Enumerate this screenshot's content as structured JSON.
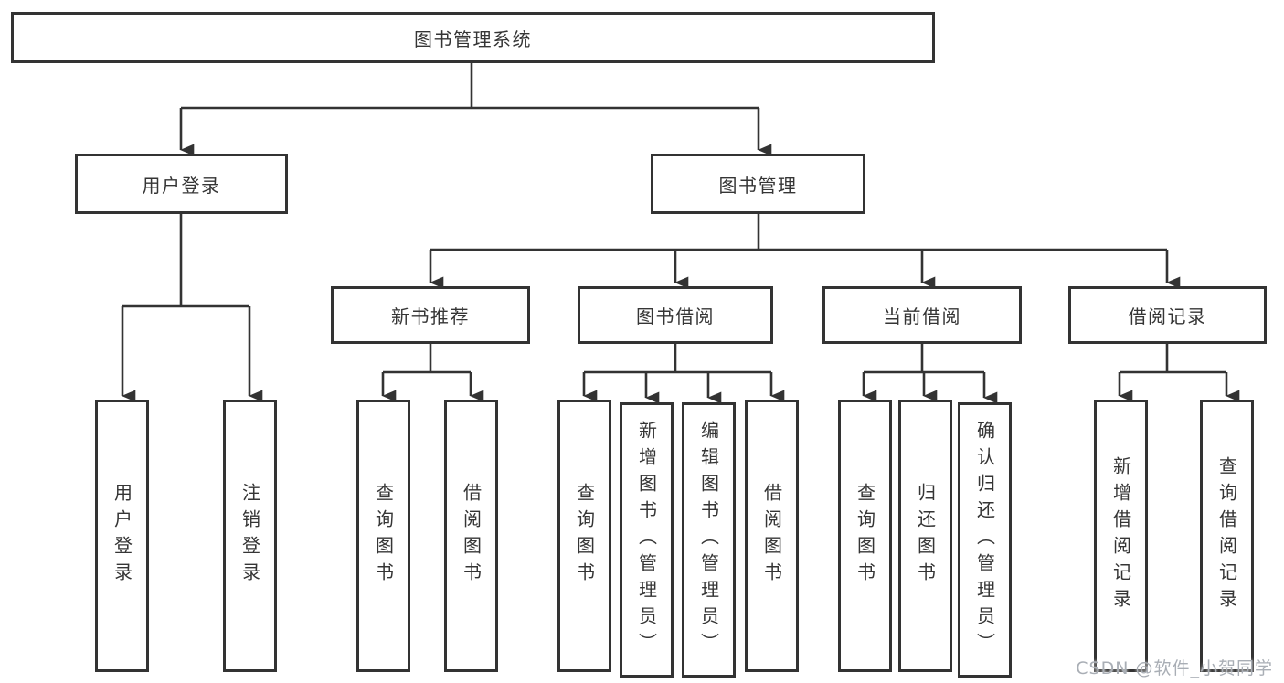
{
  "diagram": {
    "root": {
      "label": "图书管理系统"
    },
    "level2": [
      {
        "label": "用户登录"
      },
      {
        "label": "图书管理"
      }
    ],
    "level3": [
      {
        "label": "新书推荐"
      },
      {
        "label": "图书借阅"
      },
      {
        "label": "当前借阅"
      },
      {
        "label": "借阅记录"
      }
    ],
    "leaves": [
      {
        "label": "用户登录",
        "parent": "用户登录"
      },
      {
        "label": "注销登录",
        "parent": "用户登录"
      },
      {
        "label": "查询图书",
        "parent": "新书推荐"
      },
      {
        "label": "借阅图书",
        "parent": "新书推荐"
      },
      {
        "label": "查询图书",
        "parent": "图书借阅"
      },
      {
        "label": "新增图书（管理员）",
        "parent": "图书借阅"
      },
      {
        "label": "编辑图书（管理员）",
        "parent": "图书借阅"
      },
      {
        "label": "借阅图书",
        "parent": "图书借阅"
      },
      {
        "label": "查询图书",
        "parent": "当前借阅"
      },
      {
        "label": "归还图书",
        "parent": "当前借阅"
      },
      {
        "label": "确认归还（管理员）",
        "parent": "当前借阅"
      },
      {
        "label": "新增借阅记录",
        "parent": "借阅记录"
      },
      {
        "label": "查询借阅记录",
        "parent": "借阅记录"
      }
    ]
  },
  "watermark": {
    "text": "CSDN @软件_小贺同学"
  },
  "colors": {
    "line": "#333333",
    "text": "#353535",
    "background": "#ffffff",
    "watermark": "#a9aeb5"
  }
}
